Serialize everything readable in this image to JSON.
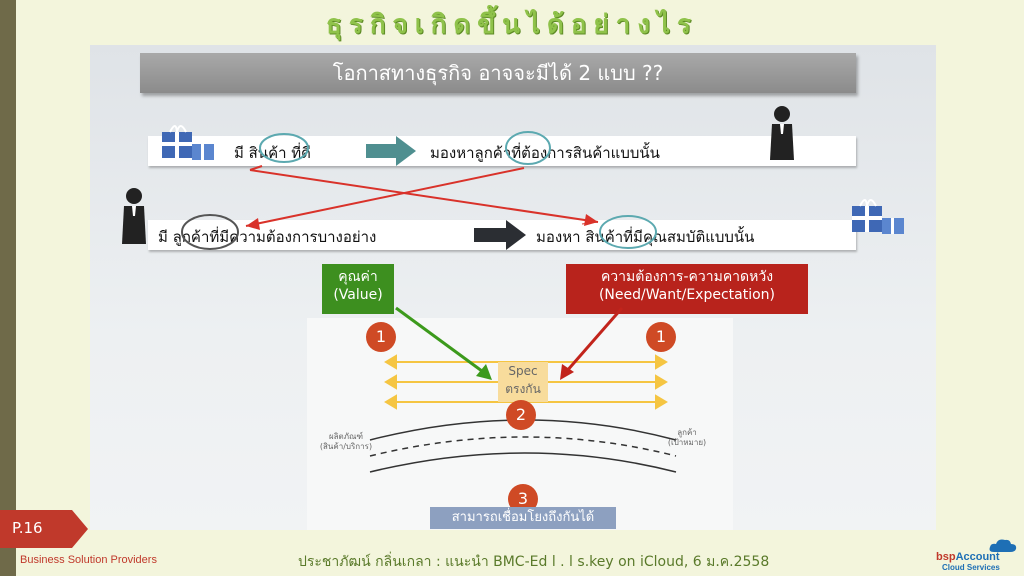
{
  "title": "ธุรกิจเกิดขึ้นได้อย่างไร",
  "subtitle": "โอกาสทางธุรกิจ อาจจะมีได้ 2 แบบ ??",
  "row1": {
    "left": "มี สินค้า ที่ดี",
    "right": "มองหาลูกค้าที่ต้องการสินค้าแบบนั้น"
  },
  "row2": {
    "left": "มี ลูกค้าที่มีความต้องการบางอย่าง",
    "right": "มองหา สินค้าที่มีคุณสมบัติแบบนั้น"
  },
  "value_box": {
    "line1": "คุณค่า",
    "line2": "(Value)",
    "color": "#3d8f1f"
  },
  "need_box": {
    "line1": "ความต้องการ-ความคาดหวัง",
    "line2": "(Need/Want/Expectation)",
    "color": "#b8231c"
  },
  "diagram": {
    "num1_left": "1",
    "num1_right": "1",
    "num2": "2",
    "num3": "3",
    "spec_line1": "Spec",
    "spec_line2": "ตรงกัน",
    "product_label1": "ผลิตภัณฑ์",
    "product_label2": "(สินค้า/บริการ)",
    "customer_label1": "ลูกค้า",
    "customer_label2": "(เป้าหมาย)",
    "connect": "สามารถเชื่อมโยงถึงกันได้"
  },
  "page_number": "P.16",
  "footer_left": "Business Solution Providers",
  "footer_center": "ประชาภัฒน์ กลิ่นเกลา : แนะนำ BMC-Ed l . l s.key on iCloud, 6 ม.ค.2558",
  "logo": {
    "part1": "bsp",
    "part2": "Account",
    "sub": "Cloud Services"
  },
  "icons": [
    "gift-box-icon",
    "person-icon",
    "cloud-icon"
  ]
}
